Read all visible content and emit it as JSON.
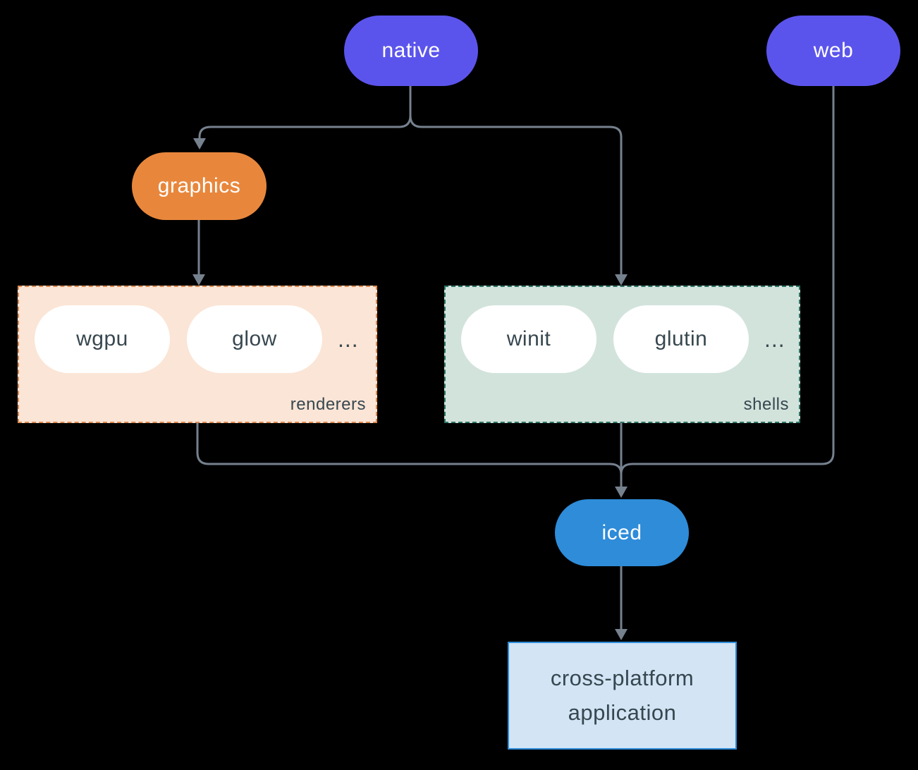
{
  "diagram": {
    "background": "#000000",
    "connector_color": "#76818E",
    "nodes": {
      "native": {
        "label": "native",
        "color": "#5B54EC",
        "text_color": "#FFFFFF"
      },
      "web": {
        "label": "web",
        "color": "#5B54EC",
        "text_color": "#FFFFFF"
      },
      "graphics": {
        "label": "graphics",
        "color": "#E8873C",
        "text_color": "#FFFFFF"
      },
      "iced": {
        "label": "iced",
        "color": "#2E8CD9",
        "text_color": "#FFFFFF"
      },
      "application": {
        "label_line1": "cross-platform",
        "label_line2": "application",
        "fill": "#D3E4F5",
        "border": "#2E8CD9",
        "text_color": "#37474F"
      }
    },
    "groups": {
      "renderers": {
        "label": "renderers",
        "fill": "#FBE5D6",
        "border": "#DC8A50",
        "items": [
          "wgpu",
          "glow"
        ],
        "ellipsis": "...",
        "item_text_color": "#37474F"
      },
      "shells": {
        "label": "shells",
        "fill": "#D2E3DC",
        "border": "#2E7466",
        "items": [
          "winit",
          "glutin"
        ],
        "ellipsis": "...",
        "item_text_color": "#37474F"
      }
    }
  }
}
